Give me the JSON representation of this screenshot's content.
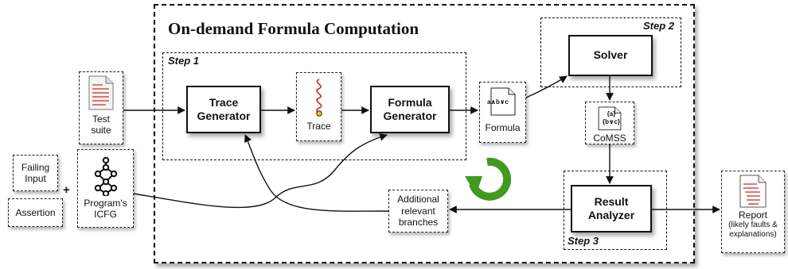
{
  "title": "On-demand Formula Computation",
  "steps": {
    "step1": "Step 1",
    "step2": "Step 2",
    "step3": "Step 3"
  },
  "boxes": {
    "trace_generator": "Trace\nGenerator",
    "formula_generator": "Formula\nGenerator",
    "solver": "Solver",
    "result_analyzer": "Result\nAnalyzer"
  },
  "artifacts": {
    "test_suite": "Test\nsuite",
    "trace": "Trace",
    "formula": "Formula",
    "formula_icon_text": "a∧b∨c",
    "comss": "CoMSS",
    "comss_icon_text": "{a}\n{b∨c}",
    "failing_input": "Failing\nInput",
    "assertion": "Assertion",
    "program_icfg": "Program's\nICFG",
    "additional_branches": "Additional\nrelevant\nbranches",
    "report": "Report",
    "report_sub": "(likely faults &\nexplanations)",
    "plus": "+"
  },
  "colors": {
    "loop_arrow": "#3f9a1f",
    "report_text": "#d0271d",
    "trace_curve": "#d0271d"
  }
}
